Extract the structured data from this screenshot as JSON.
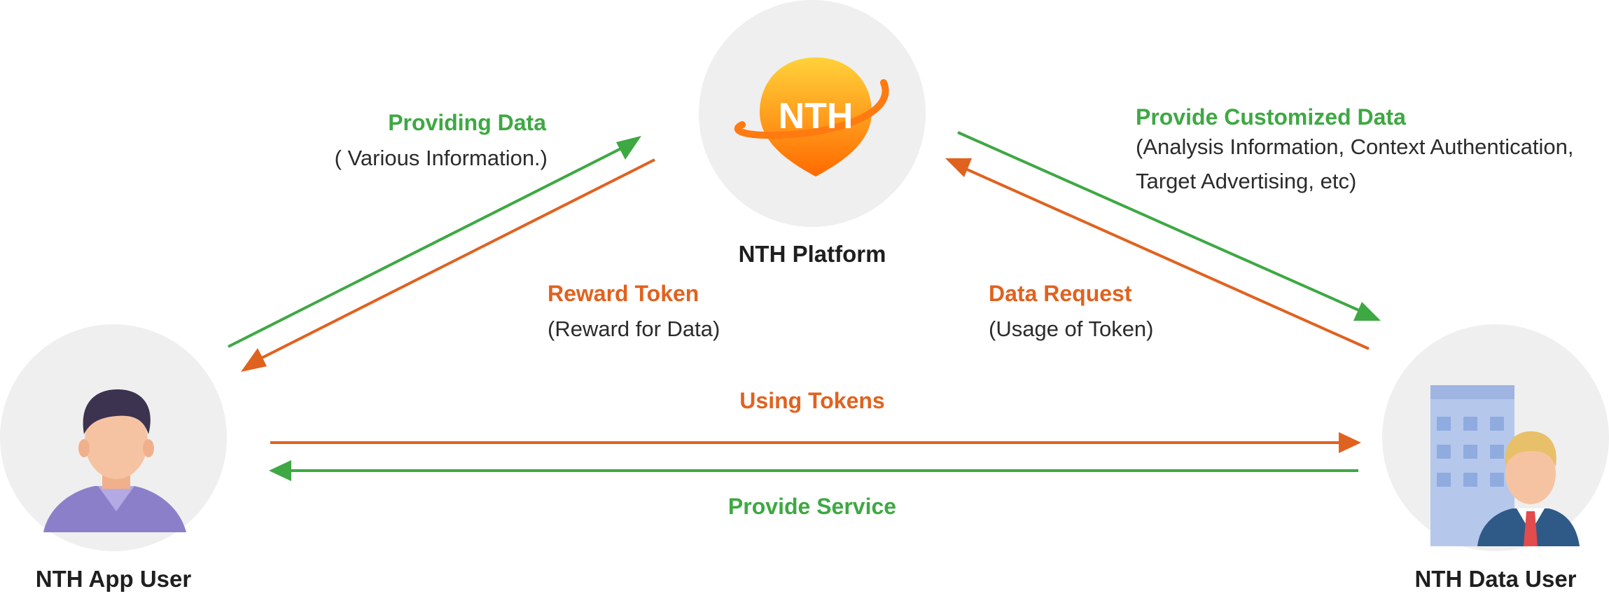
{
  "nodes": {
    "platform": {
      "label": "NTH Platform",
      "logo_text": "NTH"
    },
    "app_user": {
      "label": "NTH App User"
    },
    "data_user": {
      "label": "NTH Data User"
    }
  },
  "flows": {
    "providing_data": {
      "title": "Providing Data",
      "detail": "( Various Information.)"
    },
    "reward_token": {
      "title": "Reward Token",
      "detail": "(Reward for Data)"
    },
    "customized_data": {
      "title": "Provide Customized Data",
      "detail_line1": "(Analysis Information, Context Authentication,",
      "detail_line2": "Target Advertising, etc)"
    },
    "data_request": {
      "title": "Data Request",
      "detail": "(Usage of Token)"
    },
    "using_tokens": {
      "title": "Using Tokens"
    },
    "provide_service": {
      "title": "Provide Service"
    }
  },
  "colors": {
    "green": "#3ea843",
    "orange": "#e0621f",
    "circle": "#efefef"
  },
  "icons": [
    "nth-logo-icon",
    "person-icon",
    "businessman-building-icon"
  ]
}
